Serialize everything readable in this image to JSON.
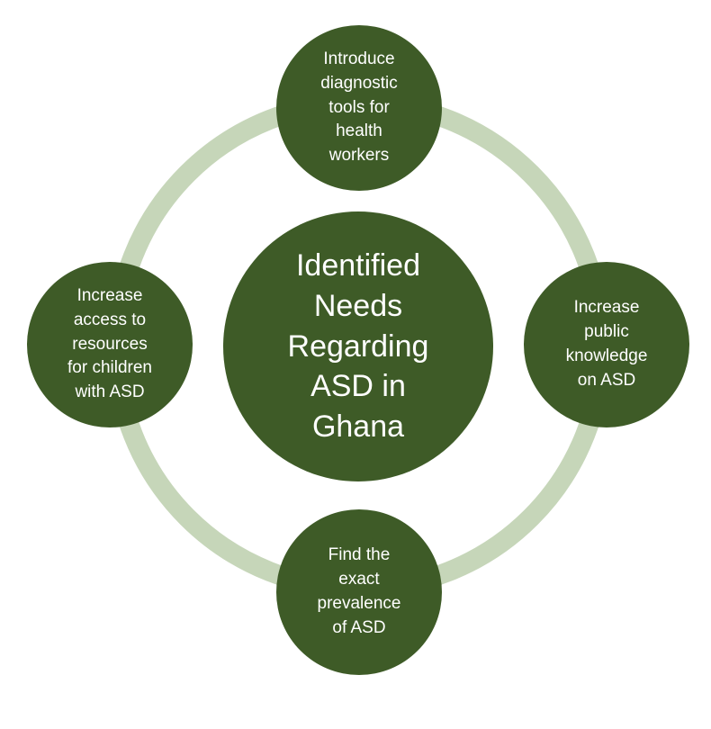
{
  "colors": {
    "node_fill": "#3e5b27",
    "ring": "#c6d6b9",
    "text": "#ffffff"
  },
  "center": {
    "text": "Identified\nNeeds\nRegarding\nASD in\nGhana"
  },
  "needs": {
    "top": "Introduce\ndiagnostic\ntools for\nhealth\nworkers",
    "right": "Increase\npublic\nknowledge\non ASD",
    "bottom": "Find the\nexact\nprevalence\nof ASD",
    "left": "Increase\naccess to\nresources\nfor children\nwith ASD"
  }
}
